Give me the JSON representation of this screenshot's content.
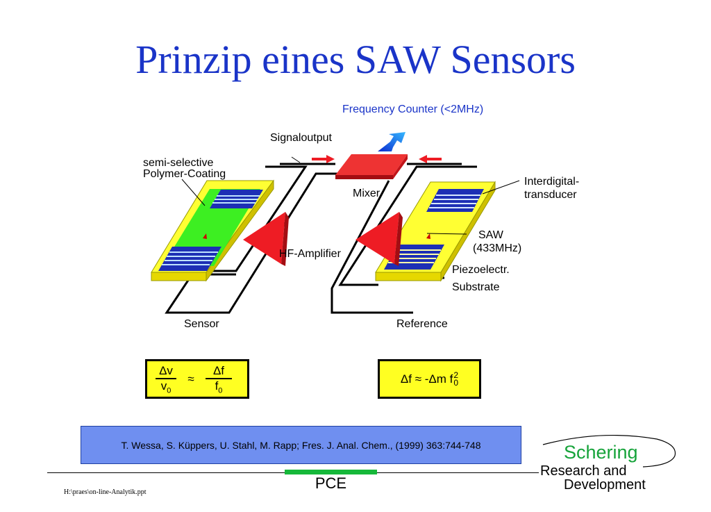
{
  "title": "Prinzip eines SAW Sensors",
  "labels": {
    "frequency_counter": "Frequency Counter (<2MHz)",
    "signal_output": "Signaloutput",
    "coating_line1": "semi-selective",
    "coating_line2": "Polymer-Coating",
    "mixer": "Mixer",
    "idt_line1": "Interdigital-",
    "idt_line2": "transducer",
    "saw": "SAW",
    "saw_freq": "(433MHz)",
    "hf_amplifier": "HF-Amplifier",
    "substrate_line1": "Piezoelectr.",
    "substrate_line2": "Substrate",
    "sensor": "Sensor",
    "reference": "Reference"
  },
  "formula_sensor": {
    "lhs_num": "Δv",
    "lhs_den": "v",
    "lhs_den_sub": "0",
    "approx": "≈",
    "rhs_num": "Δf",
    "rhs_den": "f",
    "rhs_den_sub": "0"
  },
  "formula_reference": {
    "text": "Δf ≈ -Δm f",
    "sup": "2",
    "sub": "0"
  },
  "citation": "T. Wessa, S. Küppers, U. Stahl, M. Rapp; Fres. J. Anal. Chem., (1999) 363:744-748",
  "footer": {
    "pce": "PCE",
    "file_path": "H:\\praes\\on-line-Analytik.ppt"
  },
  "logo": {
    "line1": "Schering",
    "line2": "Research and",
    "line3": "Development"
  },
  "colors": {
    "title_blue": "#1a34c8",
    "coating_green": "#33ee22",
    "substrate_yellow": "#ffff33",
    "idt_blue": "#1d2fb5",
    "amplifier_red": "#ee1c24",
    "formula_yellow": "#ffff22",
    "citation_blue": "#6f8ff0",
    "logo_green": "#16a33a"
  }
}
